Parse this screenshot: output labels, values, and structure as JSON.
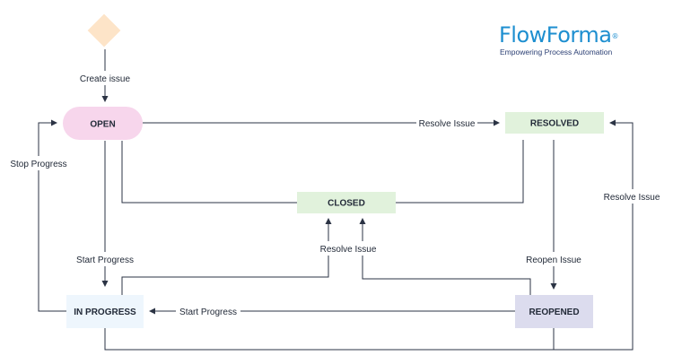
{
  "brand": {
    "name": "FlowForma",
    "registered_mark": "®",
    "tagline": "Empowering Process Automation",
    "color": "#1e8fd0",
    "tagline_color": "#2a3e73"
  },
  "states": {
    "open": {
      "label": "OPEN",
      "fill": "#f7d6ec"
    },
    "resolved": {
      "label": "RESOLVED",
      "fill": "#e1f2dc"
    },
    "closed": {
      "label": "CLOSED",
      "fill": "#e1f2dc"
    },
    "in_progress": {
      "label": "IN PROGRESS",
      "fill": "#eef6fd"
    },
    "reopened": {
      "label": "REOPENED",
      "fill": "#dcdcee"
    },
    "start": {
      "label": "",
      "fill": "#fde4c8"
    }
  },
  "transitions": {
    "create_issue": "Create issue",
    "resolve_issue_top": "Resolve Issue",
    "stop_progress": "Stop Progress",
    "start_progress_down": "Start Progress",
    "resolve_issue_center": "Resolve Issue",
    "start_progress_left": "Start Progress",
    "reopen_issue": "Reopen Issue",
    "resolve_issue_right": "Resolve Issue"
  },
  "colors": {
    "line": "#2b3344",
    "label_text": "#222a38"
  }
}
